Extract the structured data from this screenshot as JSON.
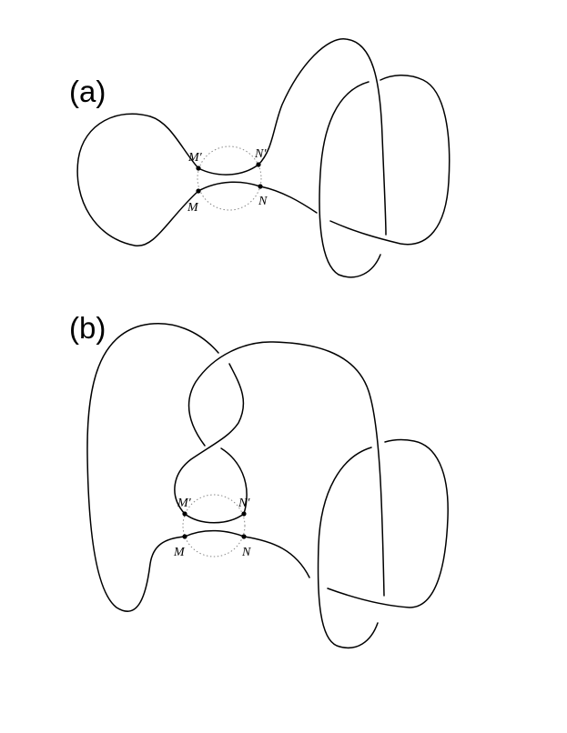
{
  "panels": [
    {
      "label": "(a)",
      "points": {
        "M_prime": "M′",
        "N_prime": "N′",
        "M": "M",
        "N": "N"
      }
    },
    {
      "label": "(b)",
      "points": {
        "M_prime": "M′",
        "N_prime": "N′",
        "M": "M",
        "N": "N"
      }
    }
  ]
}
